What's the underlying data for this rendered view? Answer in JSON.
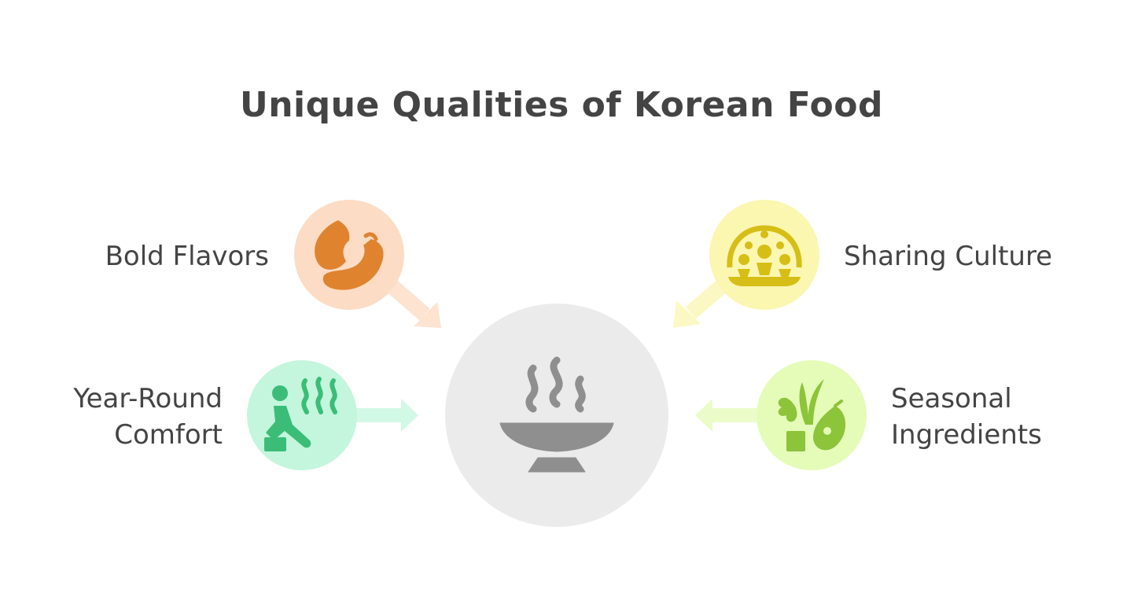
{
  "title": "Unique Qualities of Korean Food",
  "center": {
    "icon": "steaming-bowl-icon",
    "color": "#8f8f8f",
    "bg": "#ebebeb"
  },
  "nodes": [
    {
      "id": "bold-flavors",
      "lines": [
        "Bold Flavors"
      ],
      "icon": "chili-flame-icon",
      "color": "#e0832f",
      "bg": "#fcdcc4",
      "arrow": "#fde3d0"
    },
    {
      "id": "sharing-culture",
      "lines": [
        "Sharing Culture"
      ],
      "icon": "group-table-icon",
      "color": "#d6be17",
      "bg": "#fbf6b0",
      "arrow": "#fcf8c4"
    },
    {
      "id": "year-round-comfort",
      "lines": [
        "Year-Round",
        "Comfort"
      ],
      "icon": "warm-person-icon",
      "color": "#3bbd78",
      "bg": "#c3f6dd",
      "arrow": "#d2f8e6"
    },
    {
      "id": "seasonal-ingredients",
      "lines": [
        "Seasonal",
        "Ingredients"
      ],
      "icon": "herb-vegetable-icon",
      "color": "#8cc43a",
      "bg": "#e5fbb8",
      "arrow": "#ebfcc8"
    }
  ]
}
